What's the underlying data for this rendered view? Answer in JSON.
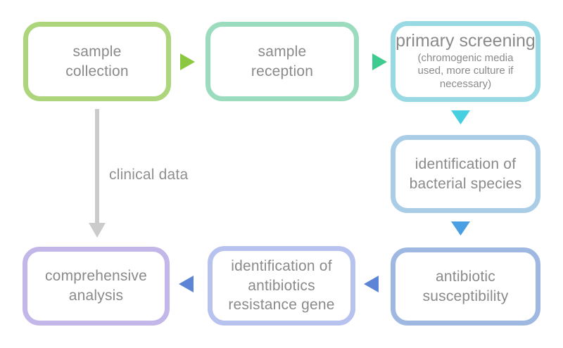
{
  "text_color": "#8a8a8a",
  "nodes": {
    "sample_collection": {
      "label": "sample\ncollection",
      "border_color": "#acd57c"
    },
    "sample_reception": {
      "label": "sample\nreception",
      "border_color": "#9adcbd"
    },
    "primary_screening": {
      "label": "primary screening",
      "note": "(chromogenic media\nused, more culture if\nnecessary)",
      "border_color": "#98d9e4"
    },
    "identification_bacterial_species": {
      "label": "identification of\nbacterial species",
      "border_color": "#a9cde7"
    },
    "antibiotic_susceptibility": {
      "label": "antibiotic\nsusceptibility",
      "border_color": "#9fb8e2"
    },
    "antibiotics_resistance_gene": {
      "label": "identification of\nantibiotics\nresistance gene",
      "border_color": "#b7c2ee"
    },
    "comprehensive_analysis": {
      "label": "comprehensive\nanalysis",
      "border_color": "#c3b6e8"
    }
  },
  "arrows": {
    "collection_to_reception": {
      "direction": "right",
      "color": "#8cc83f"
    },
    "reception_to_screening": {
      "direction": "right",
      "color": "#3ecb90"
    },
    "screening_to_identification": {
      "direction": "down",
      "color": "#45cfe0"
    },
    "identification_to_susceptibility": {
      "direction": "down",
      "color": "#4a9ee2"
    },
    "susceptibility_to_resistance_gene": {
      "direction": "left",
      "color": "#5d85d6"
    },
    "resistance_gene_to_analysis": {
      "direction": "left",
      "color": "#5d85d6"
    },
    "clinical_data": {
      "direction": "down",
      "color": "#cbcbcb",
      "label": "clinical data",
      "label_color": "#8f8f8f"
    }
  }
}
